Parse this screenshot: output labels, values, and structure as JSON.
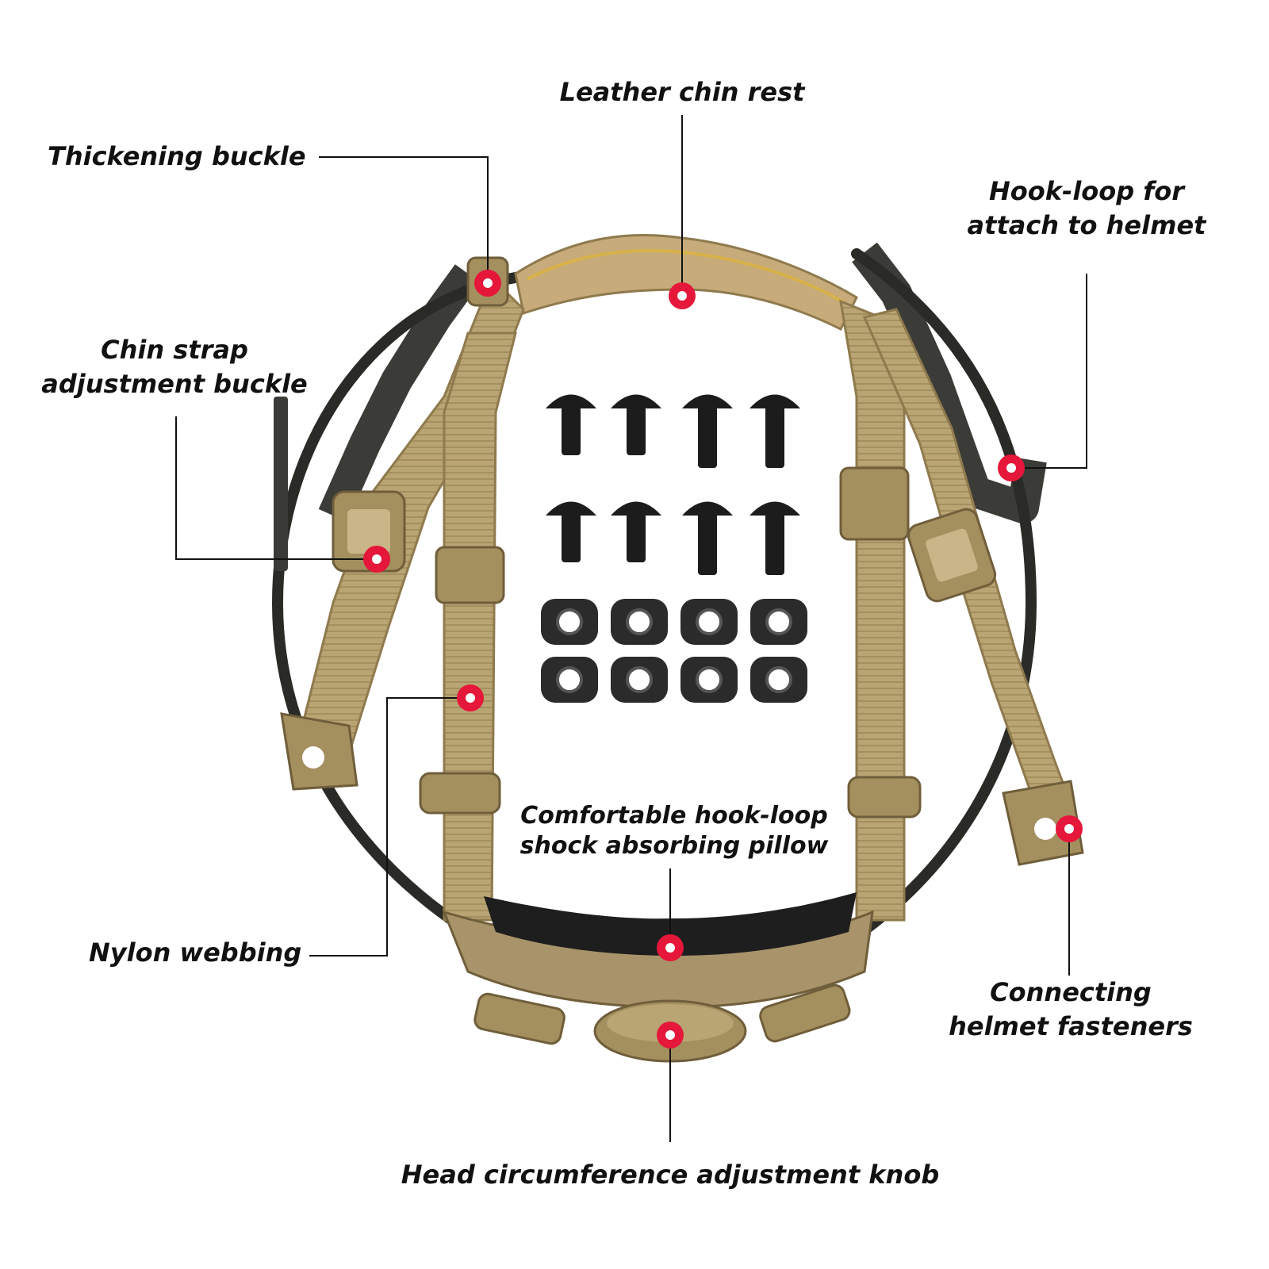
{
  "labels": {
    "leather_chin_rest": "Leather chin rest",
    "thickening_buckle": "Thickening buckle",
    "hook_loop_line1": "Hook-loop for",
    "hook_loop_line2": "attach to helmet",
    "chin_strap_line1": "Chin strap",
    "chin_strap_line2": "adjustment buckle",
    "pillow_line1": "Comfortable hook-loop",
    "pillow_line2": "shock absorbing pillow",
    "nylon_webbing": "Nylon webbing",
    "fasteners_line1": "Connecting",
    "fasteners_line2": "helmet fasteners",
    "adjustment_knob": "Head circumference adjustment knob"
  },
  "colors": {
    "tan": "#b9a473",
    "tan_dark": "#8f7a4e",
    "band": "#2a2a26",
    "hardware": "#1c1c1c",
    "marker": "#e5173a",
    "leader": "#111111"
  }
}
